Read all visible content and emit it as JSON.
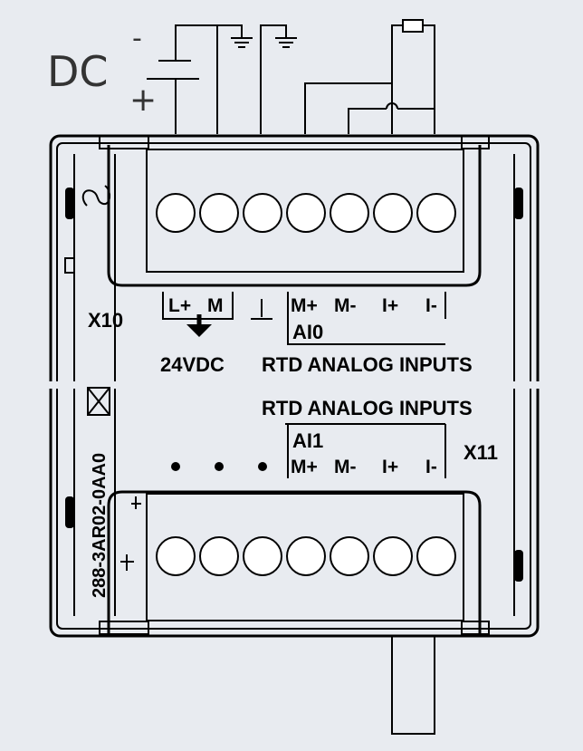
{
  "supply": {
    "label": "DC",
    "minus": "-",
    "plus": "+"
  },
  "connectors": {
    "top": "X10",
    "bottom": "X11"
  },
  "part_number": "288-3AR02-0AA0",
  "top_labels": {
    "power_lplus": "L+",
    "power_m": "M",
    "voltage": "24VDC",
    "channel": "AI0",
    "mplus": "M+",
    "mminus": "M-",
    "iplus": "I+",
    "iminus": "I-",
    "section": "RTD ANALOG INPUTS"
  },
  "bottom_labels": {
    "section": "RTD ANALOG INPUTS",
    "channel": "AI1",
    "mplus": "M+",
    "mminus": "M-",
    "iplus": "I+",
    "iminus": "I-"
  },
  "colors": {
    "background": "#e8ebf0",
    "line": "#000000",
    "terminal": "#ffffff"
  }
}
